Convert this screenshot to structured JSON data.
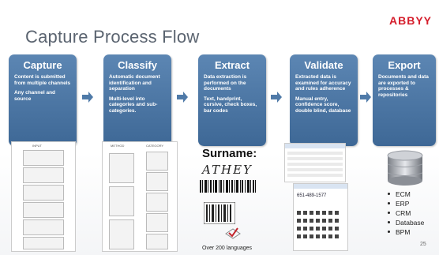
{
  "slide": {
    "title": "Capture Process Flow",
    "logo": "ABBYY",
    "page_number": "25"
  },
  "steps": [
    {
      "title": "Capture",
      "text1": "Content is submitted from multiple channels",
      "text2": "Any channel and source"
    },
    {
      "title": "Classify",
      "text1": "Automatic document identification and separation",
      "text2": "Multi-level into categories and sub-categories."
    },
    {
      "title": "Extract",
      "text1": "Data extraction is performed on the documents",
      "text2": "Text, handprint, cursive, check boxes, bar codes"
    },
    {
      "title": "Validate",
      "text1": "Extracted data is examined for accuracy and rules adherence",
      "text2": "Manual entry, confidence score, double blind, database"
    },
    {
      "title": "Export",
      "text1": "Documents and data are exported to processes & repositories",
      "text2": ""
    }
  ],
  "extract_illustration": {
    "surname_label": "Surname:",
    "handwriting": "ATHEY",
    "languages": "Over 200 languages"
  },
  "capture_illustration": {
    "header": "INPUT"
  },
  "classify_illustration": {
    "header_left": "METHOD",
    "header_right": "CATEGORY"
  },
  "validate_illustration": {
    "phone": "651-489-1577"
  },
  "export_targets": [
    "ECM",
    "ERP",
    "CRM",
    "Database",
    "BPM"
  ],
  "colors": {
    "box": "#4a74a2",
    "title": "#5b6470",
    "logo": "#d51d2b"
  }
}
